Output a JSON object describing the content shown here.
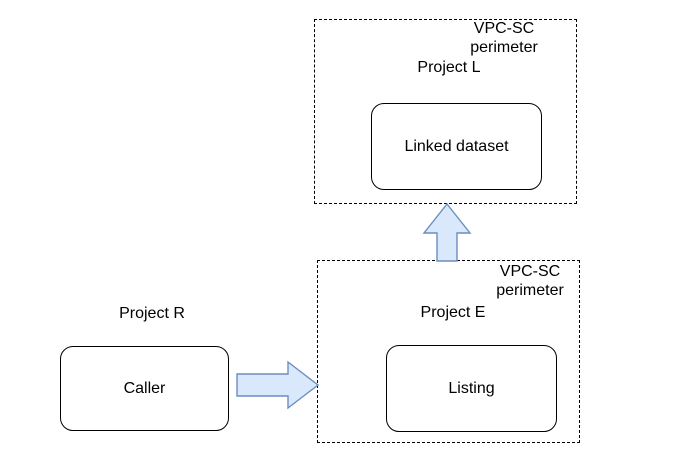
{
  "colors": {
    "background": "#ffffff",
    "text": "#000000",
    "border": "#000000",
    "arrow_fill": "#dae8fc",
    "arrow_stroke": "#6c8ebf"
  },
  "diagram": {
    "perimeter_top": {
      "label": "VPC-SC\nperimeter",
      "project": "Project L",
      "node": "Linked dataset"
    },
    "perimeter_bottom": {
      "label": "VPC-SC\nperimeter",
      "project": "Project E",
      "node": "Listing"
    },
    "external": {
      "project": "Project R",
      "node": "Caller"
    },
    "arrows": [
      {
        "name": "caller-to-listing",
        "from": "Caller",
        "to": "Listing",
        "direction": "right"
      },
      {
        "name": "listing-to-linked-dataset",
        "from": "Listing",
        "to": "Linked dataset",
        "direction": "up"
      }
    ]
  }
}
